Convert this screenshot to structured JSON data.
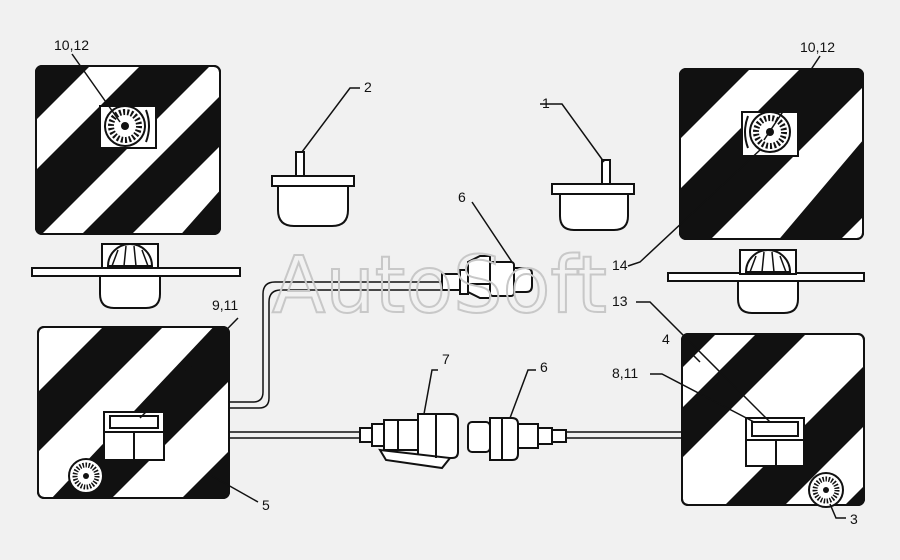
{
  "watermark": "AutoSoft",
  "callouts": [
    {
      "id": "c-10-12-left",
      "text": "10,12"
    },
    {
      "id": "c-10-12-right",
      "text": "10,12"
    },
    {
      "id": "c-2",
      "text": "2"
    },
    {
      "id": "c-1",
      "text": "1"
    },
    {
      "id": "c-6-top",
      "text": "6"
    },
    {
      "id": "c-14",
      "text": "14"
    },
    {
      "id": "c-13",
      "text": "13"
    },
    {
      "id": "c-9-11",
      "text": "9,11"
    },
    {
      "id": "c-4",
      "text": "4"
    },
    {
      "id": "c-8-11",
      "text": "8,11"
    },
    {
      "id": "c-7",
      "text": "7"
    },
    {
      "id": "c-6-bottom",
      "text": "6"
    },
    {
      "id": "c-5",
      "text": "5"
    },
    {
      "id": "c-3",
      "text": "3"
    }
  ],
  "colors": {
    "ink": "#111111",
    "paper": "#f1f1f1",
    "watermark": "#c8c8c8"
  }
}
